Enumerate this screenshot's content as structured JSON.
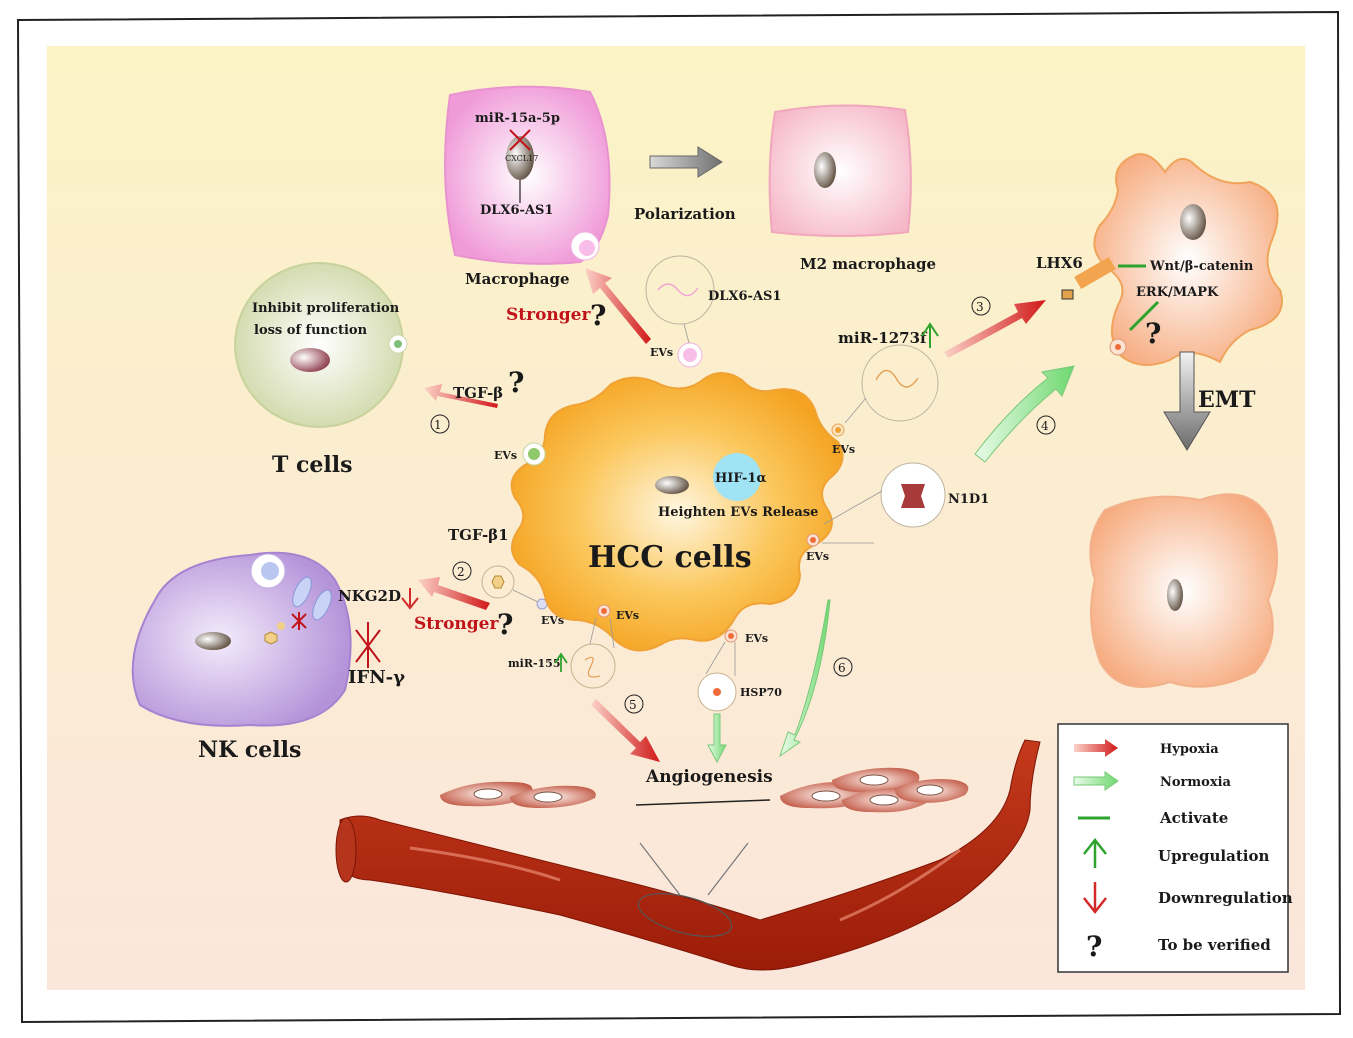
{
  "cells": {
    "hcc": "HCC cells",
    "t_cells": "T cells",
    "nk_cells": "NK cells",
    "macrophage": "Macrophage",
    "m2_macrophage": "M2 macrophage"
  },
  "labels": {
    "hif": "HIF-1α",
    "heighten": "Heighten EVs Release",
    "polarization": "Polarization",
    "emt": "EMT",
    "angiogenesis": "Angiogenesis",
    "inhibit_1": "Inhibit proliferation",
    "inhibit_2": "loss of function",
    "tgfb": "TGF-β",
    "tgfb1": "TGF-β1",
    "nkg2d": "NKG2D",
    "ifng": "IFN-γ",
    "stronger": "Stronger",
    "question": "?",
    "evs": "EVs",
    "mir15a": "miR-15a-5p",
    "cxcl17": "CXCL17",
    "dlx6": "DLX6-AS1",
    "mir1273f": "miR-1273f",
    "lhx6": "LHX6",
    "wnt": "Wnt/β-catenin",
    "erk": "ERK/MAPK",
    "n1d1": "N1D1",
    "mir155": "miR-155",
    "hsp70": "HSP70"
  },
  "steps": [
    "①",
    "②",
    "③",
    "④",
    "⑤",
    "⑥"
  ],
  "legend": {
    "hypoxia": "Hypoxia",
    "normoxia": "Normoxia",
    "activate": "Activate",
    "upregulation": "Upregulation",
    "downregulation": "Downregulation",
    "verify": "To be verified",
    "verify_symbol": "?"
  },
  "colors": {
    "hypoxia_arrow": "#d32a2a",
    "normoxia_arrow": "#8de08d",
    "activate_line": "#2ea32e",
    "up_arrow": "#2ea32e",
    "down_arrow": "#d32a2a",
    "hcc_cell": "#f7b53c",
    "vessel": "#b32410"
  }
}
